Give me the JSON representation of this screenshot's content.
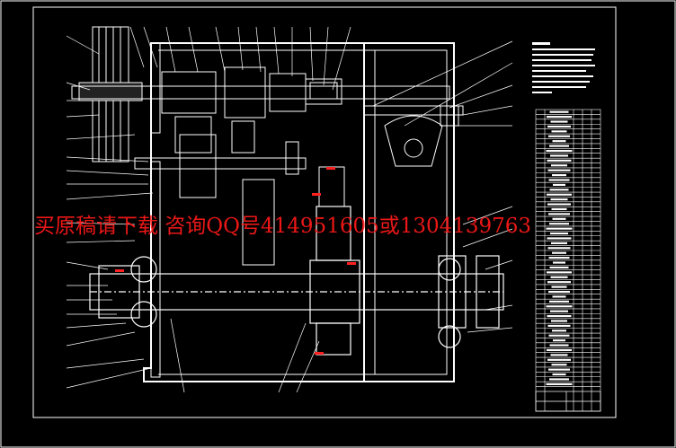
{
  "drawing": {
    "type": "cad-assembly-drawing",
    "background": "#000000",
    "line_color": "#ffffff",
    "accent_color": "#ff2020",
    "title_block_rows": 13,
    "parts_list_rows": 58
  },
  "watermark": {
    "text": "买原稿请下载 咨询QQ号414951605或1304139763",
    "color": "#ff1a1a"
  }
}
